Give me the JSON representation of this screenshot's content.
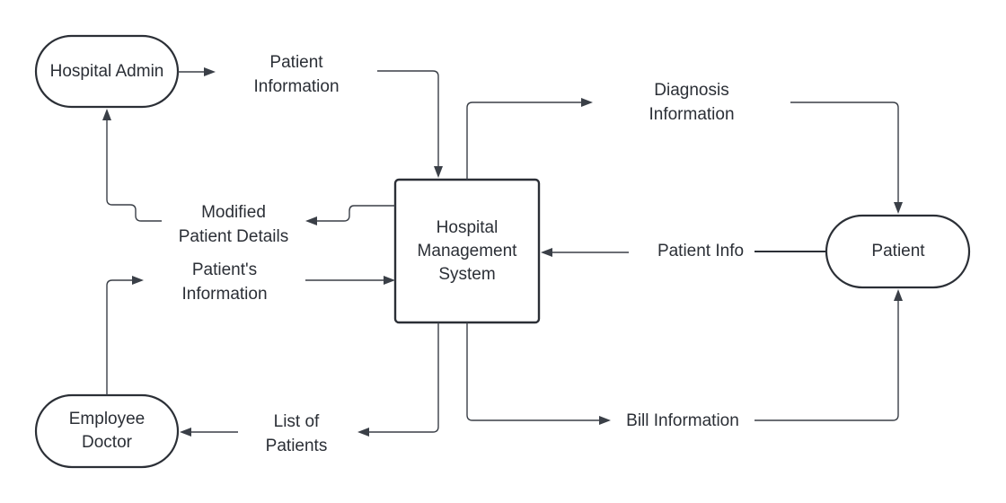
{
  "nodes": {
    "hospital_admin": "Hospital Admin",
    "employee_doctor": [
      "Employee",
      "Doctor"
    ],
    "patient": "Patient",
    "system": [
      "Hospital",
      "Management",
      "System"
    ]
  },
  "flows": {
    "patient_information": [
      "Patient",
      "Information"
    ],
    "modified_patient_details": [
      "Modified",
      "Patient Details"
    ],
    "patients_information": [
      "Patient's",
      "Information"
    ],
    "list_of_patients": [
      "List of",
      "Patients"
    ],
    "diagnosis_information": [
      "Diagnosis",
      "Information"
    ],
    "patient_info": "Patient Info",
    "bill_information": "Bill Information"
  },
  "colors": {
    "ink": "#2b2f36",
    "background": "#ffffff"
  }
}
